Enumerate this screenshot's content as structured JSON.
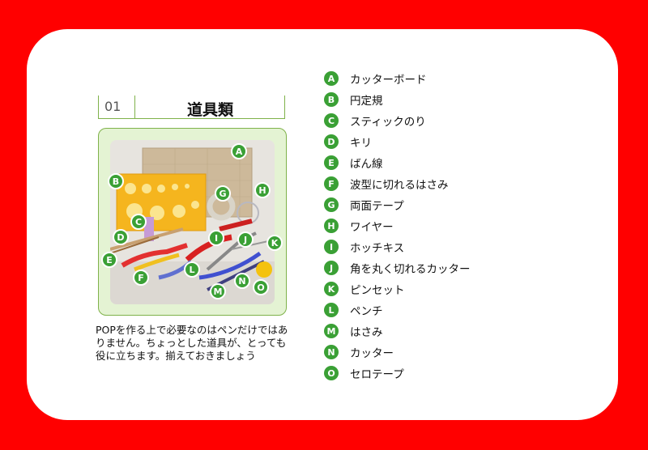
{
  "section": {
    "number": "01",
    "title": "道具類"
  },
  "description": "POPを作る上で必要なのはペンだけではありません。ちょっとした道具が、とっても役に立ちます。揃えておきましょう",
  "items": [
    {
      "letter": "A",
      "label": "カッターボード"
    },
    {
      "letter": "B",
      "label": "円定規"
    },
    {
      "letter": "C",
      "label": "スティックのり"
    },
    {
      "letter": "D",
      "label": "キリ"
    },
    {
      "letter": "E",
      "label": "ばん線"
    },
    {
      "letter": "F",
      "label": "波型に切れるはさみ"
    },
    {
      "letter": "G",
      "label": "両面テープ"
    },
    {
      "letter": "H",
      "label": "ワイヤー"
    },
    {
      "letter": "I",
      "label": "ホッチキス"
    },
    {
      "letter": "J",
      "label": "角を丸く切れるカッター"
    },
    {
      "letter": "K",
      "label": "ピンセット"
    },
    {
      "letter": "L",
      "label": "ペンチ"
    },
    {
      "letter": "M",
      "label": "はさみ"
    },
    {
      "letter": "N",
      "label": "カッター"
    },
    {
      "letter": "O",
      "label": "セロテープ"
    }
  ],
  "colors": {
    "frame": "#ff0000",
    "accent": "#3aa035",
    "photo_bg": "#e4f3d3"
  }
}
